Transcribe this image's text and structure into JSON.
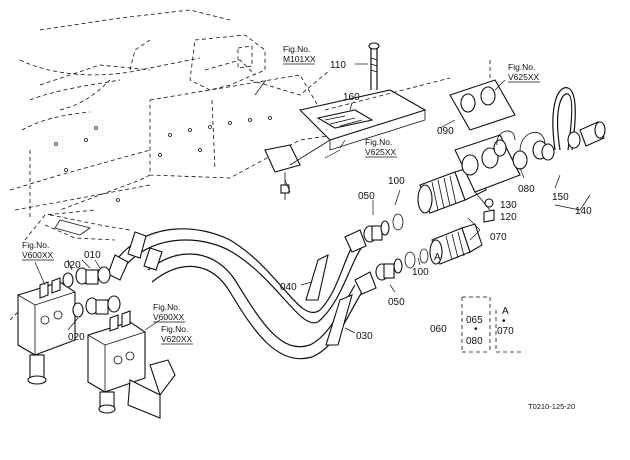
{
  "figure_refs": {
    "m101": [
      "Fig.No.",
      "M101XX"
    ],
    "v625_top": [
      "Fig.No.",
      "V625XX"
    ],
    "v625_mid": [
      "Fig.No.",
      "V625XX"
    ],
    "v600_left": [
      "Fig.No.",
      "V600XX"
    ],
    "v600_bottom": [
      "Fig.No.",
      "V600XX"
    ],
    "v620": [
      "Fig.No.",
      "V620XX"
    ]
  },
  "parts": {
    "p110": "110",
    "p160": "160",
    "p090": "090",
    "p080": "080",
    "p150": "150",
    "p140": "140",
    "p050_top": "050",
    "p100_top": "100",
    "p130": "130",
    "p120": "120",
    "p070": "070",
    "p040": "040",
    "p100_bot": "100",
    "p050_bot": "050",
    "p030": "030",
    "p020_a": "020",
    "p010": "010",
    "p020_b": "020",
    "ref_a": "A"
  },
  "legend": {
    "p060": "060",
    "p065": "065",
    "p080": "080",
    "ref_a": "A",
    "p070": "070",
    "dot": "•"
  },
  "drawing_code": "T0210-125-20"
}
